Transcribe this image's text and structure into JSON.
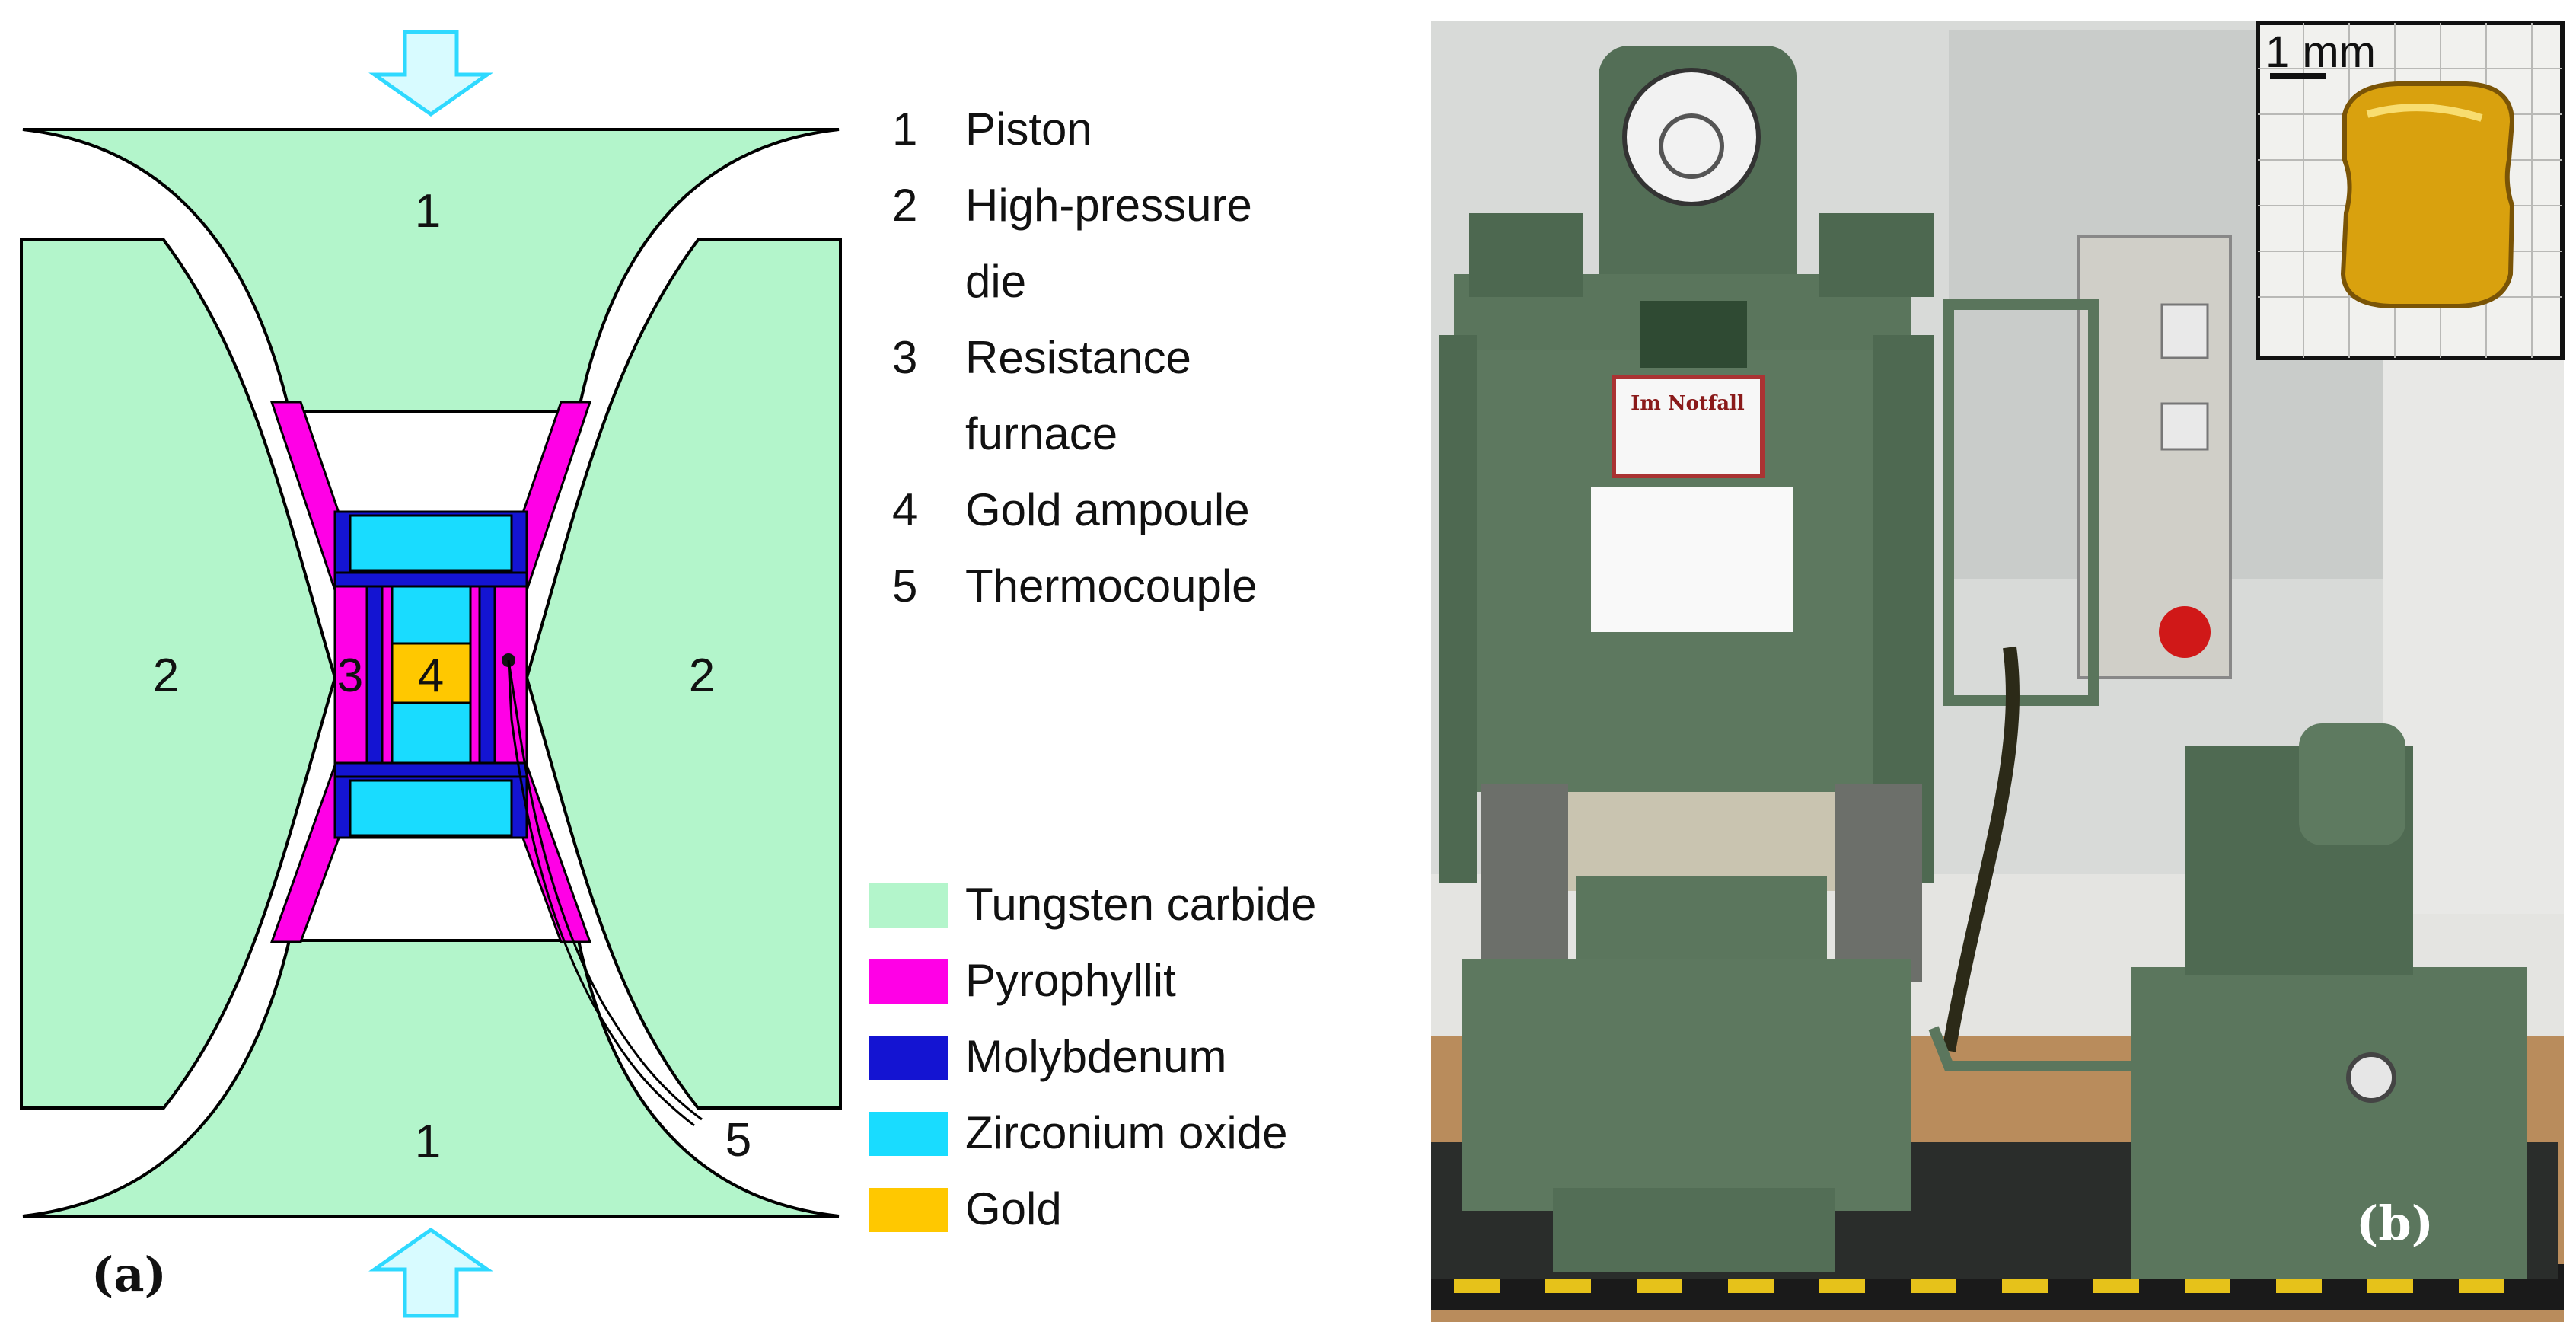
{
  "panel_a": {
    "tag": "(a)",
    "part_numbers": {
      "piston_top": "1",
      "piston_bottom": "1",
      "die_left": "2",
      "die_right": "2",
      "furnace": "3",
      "ampoule": "4",
      "thermocouple": "5"
    },
    "legend_numbered": [
      {
        "num": "1",
        "lines": [
          "Piston"
        ]
      },
      {
        "num": "2",
        "lines": [
          "High-pressure",
          "die"
        ]
      },
      {
        "num": "3",
        "lines": [
          "Resistance",
          "furnace"
        ]
      },
      {
        "num": "4",
        "lines": [
          "Gold ampoule"
        ]
      },
      {
        "num": "5",
        "lines": [
          "Thermocouple"
        ]
      }
    ],
    "legend_materials": [
      {
        "label": "Tungsten carbide",
        "color": "#b3f5cb"
      },
      {
        "label": "Pyrophyllit",
        "color": "#ff00e6"
      },
      {
        "label": "Molybdenum",
        "color": "#1414d2"
      },
      {
        "label": "Zirconium oxide",
        "color": "#19dcff"
      },
      {
        "label": "Gold",
        "color": "#ffc800"
      }
    ],
    "arrow_color": "#2fd9ff"
  },
  "panel_b": {
    "tag": "(b)",
    "inset_scale_label": "1 mm",
    "notice_sign": "Im Notfall"
  }
}
